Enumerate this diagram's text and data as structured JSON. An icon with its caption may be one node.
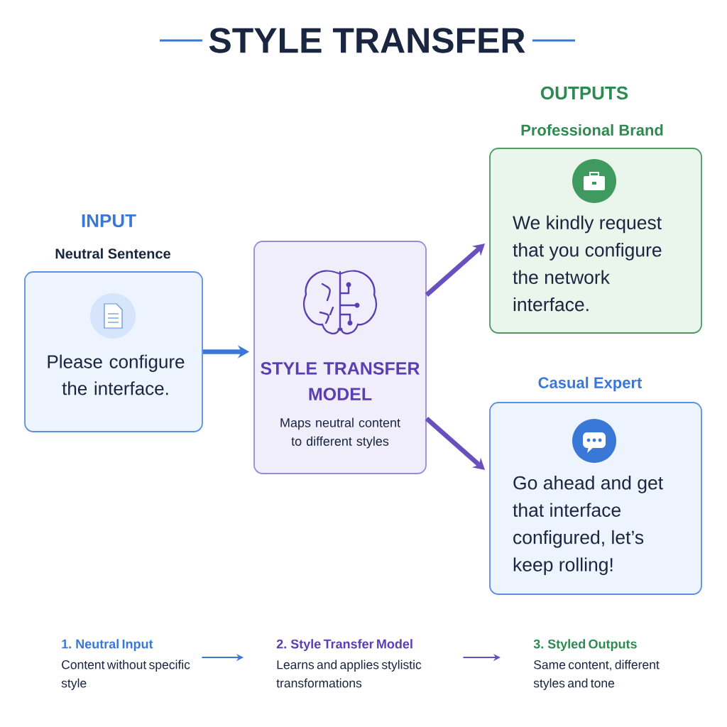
{
  "diagram": {
    "title": "STYLE TRANSFER",
    "nodes": [
      {
        "text": [
          "Neutral Sentence",
          "Please configure the interface."
        ]
      },
      {
        "text": [
          "STYLE TRANSFER MODEL",
          "Maps neutral content to different styles"
        ]
      },
      {
        "text": [
          "Professional Brand",
          "We kindly request that you configure the network interface."
        ]
      },
      {
        "text": [
          "Casual Expert",
          "Go ahead and get that interface configured, let’s keep rolling!"
        ]
      },
      {
        "text": [
          "1. Neutral Input",
          "Content without specific style"
        ]
      },
      {
        "text": [
          "2. Style Transfer Model",
          "Learns and applies stylistic transformations"
        ]
      },
      {
        "text": [
          "3. Styled Outputs",
          "Same content, different styles and tone"
        ]
      }
    ],
    "edges": [
      {
        "from": 0,
        "to": 1,
        "arrow": "to",
        "color": "#3a78d8"
      },
      {
        "from": 1,
        "to": 2,
        "arrow": "to",
        "color": "#6a4fbf"
      },
      {
        "from": 1,
        "to": 3,
        "arrow": "to",
        "color": "#6a4fbf"
      },
      {
        "from": 4,
        "to": 5,
        "arrow": "to",
        "color": "#3a78d8"
      },
      {
        "from": 5,
        "to": 6,
        "arrow": "to",
        "color": "#6a4fbf"
      }
    ],
    "labels": [
      "INPUT",
      "OUTPUTS"
    ]
  }
}
